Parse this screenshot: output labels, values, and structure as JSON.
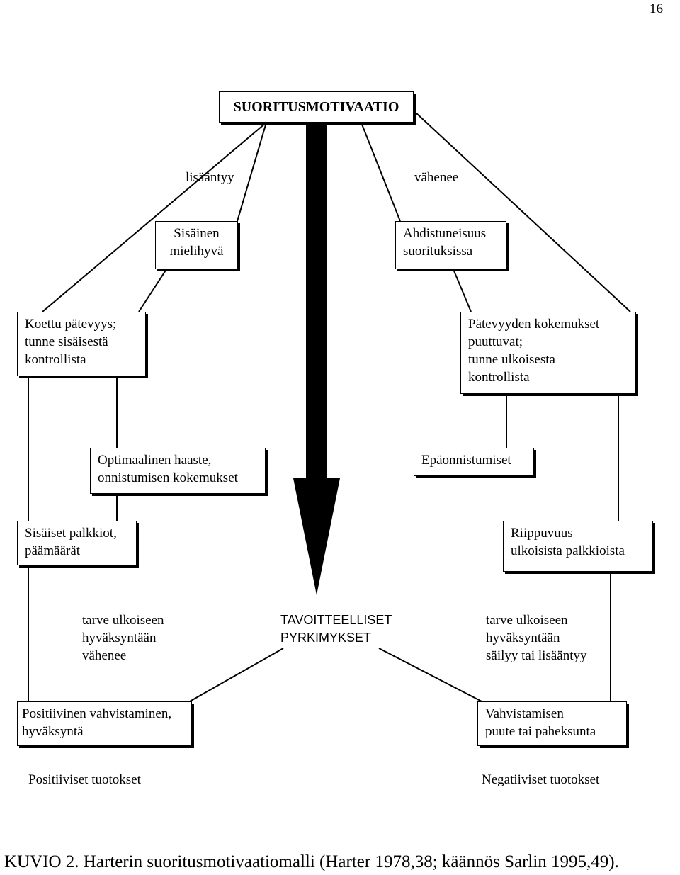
{
  "page_number": "16",
  "title": "SUORITUSMOTIVAATIO",
  "labels": {
    "increases": "lisääntyy",
    "decreases": "vähenee",
    "positive_outcomes": "Positiiviset tuotokset",
    "negative_outcomes": "Negatiiviset tuotokset"
  },
  "boxes": {
    "inner_pleasure": [
      "Sisäinen",
      "mielihyvä"
    ],
    "performance_anxiety": [
      "Ahdistuneisuus",
      "suorituksissa"
    ],
    "perceived_competence": [
      "Koettu pätevyys;",
      "tunne sisäisestä",
      "kontrollista"
    ],
    "lacking_competence": [
      "Pätevyyden kokemukset",
      "puuttuvat;",
      "tunne ulkoisesta",
      "kontrollista"
    ],
    "optimal_challenge": [
      "Optimaalinen haaste,",
      "onnistumisen kokemukset"
    ],
    "failures": [
      "Epäonnistumiset"
    ],
    "internal_rewards": [
      "Sisäiset palkkiot,",
      "päämäärät"
    ],
    "external_dependence": [
      "Riippuvuus",
      "ulkoisista palkkioista"
    ],
    "positive_reinforcement": [
      "Positiivinen vahvistaminen,",
      "hyväksyntä"
    ],
    "lack_of_reinforcement": [
      "Vahvistamisen",
      "puute tai paheksunta"
    ]
  },
  "texts": {
    "external_approval_decreases": [
      "tarve ulkoiseen",
      "hyväksyntään",
      "vähenee"
    ],
    "goal_oriented": [
      "TAVOITTEELLISET",
      "PYRKIMYKSET"
    ],
    "external_approval_remains": [
      "tarve ulkoiseen",
      "hyväksyntään",
      "säilyy tai lisääntyy"
    ]
  },
  "caption": "KUVIO 2. Harterin suoritusmotivaatiomalli (Harter 1978,38; käännös Sarlin 1995,49)."
}
